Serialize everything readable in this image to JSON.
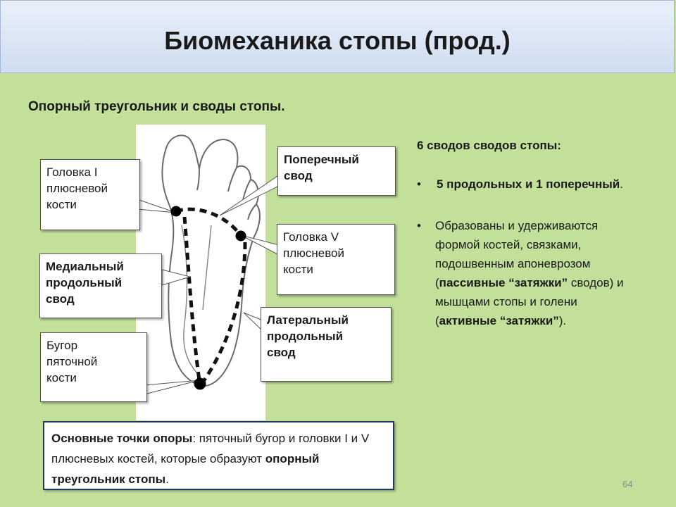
{
  "slide": {
    "title": "Биомеханика стопы (прод.)",
    "subtitle": "Опорный треугольник и своды стопы.",
    "page_number": "64"
  },
  "callouts": {
    "head1": "Головка I\nплюсневой\nкости",
    "medial": "Медиальный\nпродольный\nсвод",
    "calcaneal": "Бугор\nпяточной\nкости",
    "transverse": "Поперечный\nсвод",
    "head5": "Головка V\nплюсневой\nкости",
    "lateral": "Латеральный\nпродольный\nсвод"
  },
  "right_panel": {
    "heading": "6 сводов сводов стопы:",
    "bullet_symbol": "•",
    "bullet1": {
      "bold": "5 продольных и 1 поперечный",
      "after": "."
    },
    "bullet2": {
      "line1": "Образованы и удерживаются",
      "line2": "формой костей, связками,",
      "line3": "подошвенным апоневрозом",
      "p1": "(",
      "passive_bold": "пассивные “затяжки”",
      "p2": " сводов) и",
      "line5": "мышцами стопы и голени",
      "p3": "(",
      "active_bold": "активные “затяжки”",
      "p4": ")."
    }
  },
  "bottom_box": {
    "bold1": "Основные точки опоры",
    "text1": ": пяточный бугор и головки I и V плюсневых костей, которые образуют ",
    "bold2": "опорный треугольник стопы",
    "text2": "."
  }
}
